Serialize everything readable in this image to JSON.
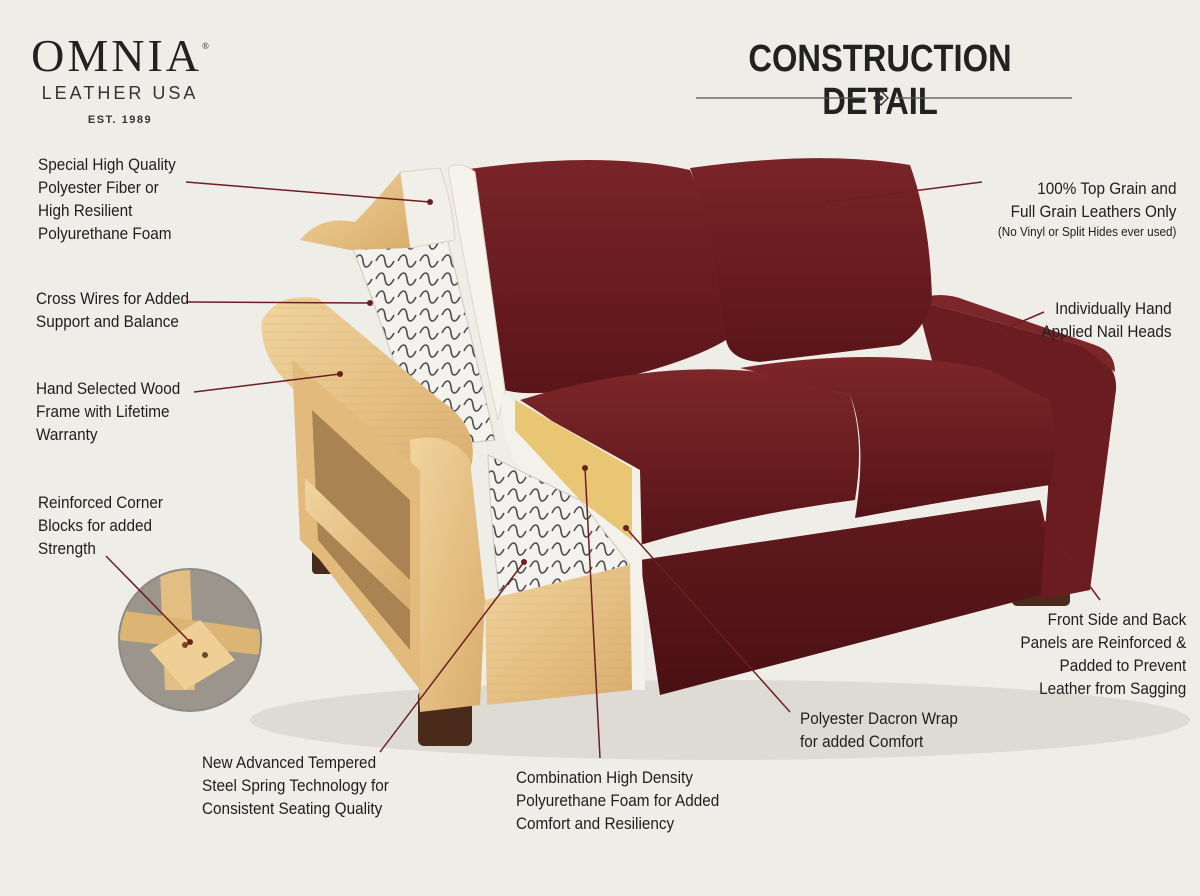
{
  "brand": {
    "name": "OMNIA",
    "mark": "®",
    "subtitle": "LEATHER USA",
    "established": "EST. 1989"
  },
  "title": "CONSTRUCTION DETAIL",
  "colors": {
    "background": "#efede8",
    "leather": "#6e1f22",
    "wood": "#e7c48a",
    "foam_core": "#e8c673",
    "text": "#1e1e1e"
  },
  "callouts": {
    "fiber": "Special High Quality\nPolyester Fiber or\nHigh Resilient\nPolyurethane Foam",
    "cross_wires": "Cross Wires for Added\nSupport and Balance",
    "wood_frame": "Hand Selected Wood\nFrame with Lifetime\nWarranty",
    "corner_blocks": "Reinforced Corner\nBlocks for added\nStrength",
    "springs": "New Advanced Tempered\nSteel Spring Technology for\nConsistent Seating Quality",
    "foam": "Combination High Density\nPolyurethane Foam for Added\nComfort and Resiliency",
    "dacron": "Polyester Dacron Wrap\nfor added Comfort",
    "panels": "Front Side and Back\nPanels are Reinforced &\nPadded to Prevent\nLeather from Sagging",
    "nail_heads": "Individually Hand\nApplied Nail Heads",
    "leather": "100% Top Grain and\nFull Grain Leathers Only",
    "leather_note": "(No Vinyl or Split Hides ever used)"
  }
}
